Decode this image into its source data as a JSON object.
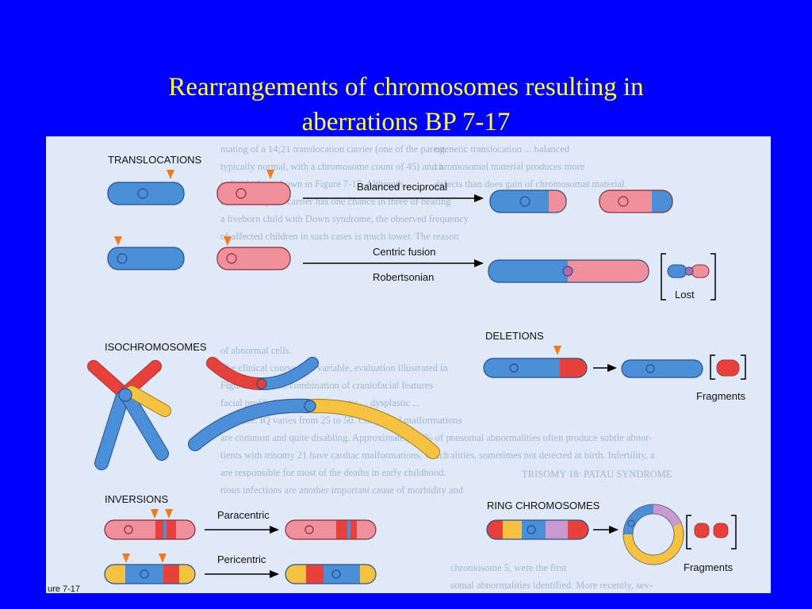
{
  "slide": {
    "title_line1": "Rearrangements of chromosomes resulting in",
    "title_line2": "aberrations  BP 7-17",
    "background": "#0000ff",
    "title_color": "#ffff33"
  },
  "figure": {
    "panel_color": "#dfe9f7",
    "colors": {
      "blue": "#4a8fd8",
      "pink": "#f0909a",
      "red": "#e8403a",
      "yellow": "#f5c242",
      "purple": "#c89ad0",
      "arrowhead": "#f07a20"
    },
    "sections": {
      "translocations": "TRANSLOCATIONS",
      "isochromosomes": "ISOCHROMOSOMES",
      "deletions": "DELETIONS",
      "inversions": "INVERSIONS",
      "ring_chromosomes": "RING CHROMOSOMES"
    },
    "labels": {
      "balanced_reciprocal": "Balanced reciprocal",
      "centric_fusion": "Centric fusion",
      "robertsonian": "Robertsonian",
      "lost": "Lost",
      "fragments_deletion": "Fragments",
      "paracentric": "Paracentric",
      "pericentric": "Pericentric",
      "fragments_ring": "Fragments"
    },
    "caption": "ure 7-17"
  }
}
